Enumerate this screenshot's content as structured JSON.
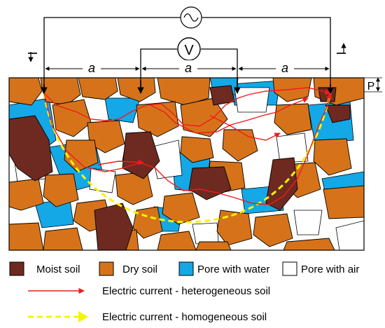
{
  "colors": {
    "moist_soil": "#6e2a20",
    "dry_soil": "#d6731a",
    "pore_water": "#14a8e6",
    "pore_air": "#ffffff",
    "current_heterogeneous": "#ee1c1c",
    "current_homogeneous": "#f5f500"
  },
  "labels": {
    "spacing": "a",
    "voltmeter": "V",
    "depth": "P",
    "current_left": "I",
    "current_right": "I"
  },
  "legend": {
    "moist_soil": "Moist soil",
    "dry_soil": "Dry soil",
    "pore_water": "Pore with water",
    "pore_air": "Pore with air",
    "current_heterogeneous": "Electric current - heterogeneous soil",
    "current_homogeneous": "Electric current - homogeneous soil"
  },
  "icons": {
    "ac_source": "ac-source-icon",
    "voltmeter": "voltmeter-icon"
  }
}
